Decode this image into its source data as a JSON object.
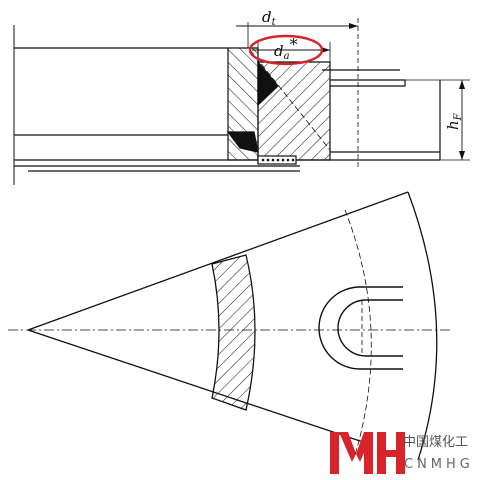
{
  "diagram": {
    "labels": {
      "dt_main": "d",
      "dt_sub": "t",
      "da_main": "d",
      "da_sub": "a",
      "da_mark": "*",
      "hf_main": "h",
      "hf_sub": "F"
    },
    "highlight_color": "#d8232a"
  },
  "watermark": {
    "cn_text": "中国煤化工",
    "en_text": "CNMHG",
    "logo_color": "#d8232a"
  }
}
